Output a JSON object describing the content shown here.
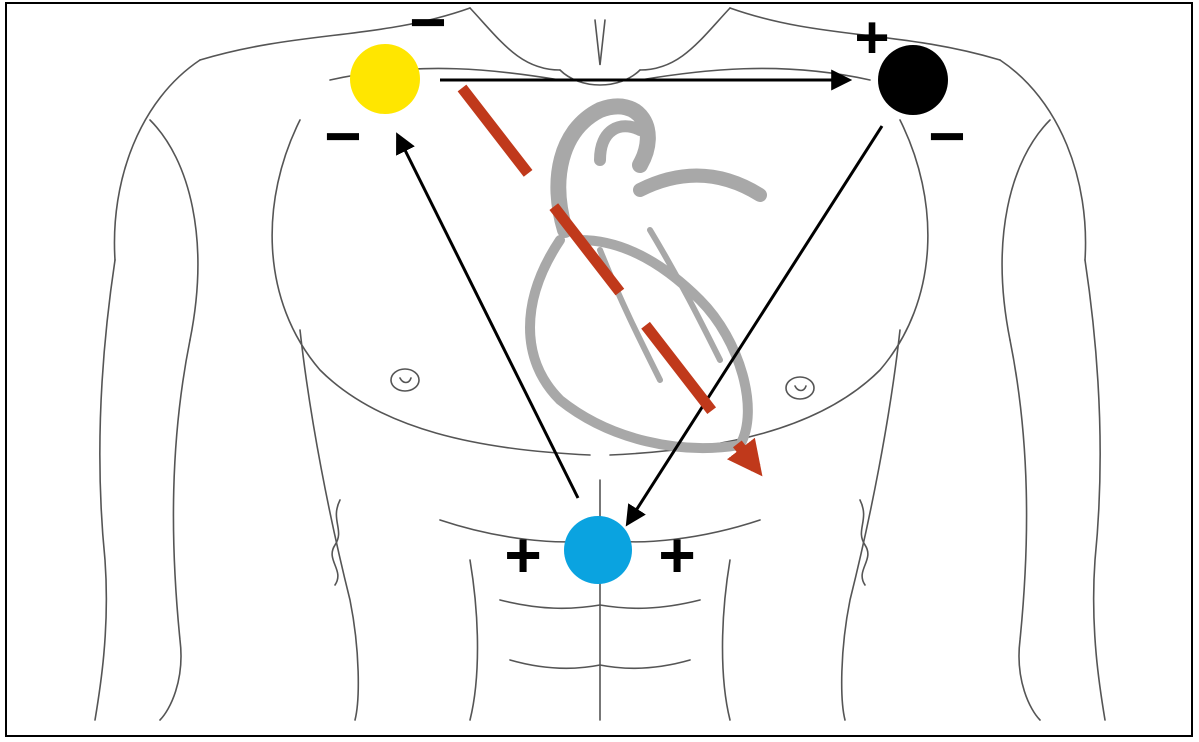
{
  "diagram": {
    "electrodes": [
      {
        "id": "right-arm",
        "color": "#FFE600"
      },
      {
        "id": "left-arm",
        "color": "#000000"
      },
      {
        "id": "leg",
        "color": "#0AA3E0"
      }
    ],
    "polarity_marks": {
      "right_arm_top": "−",
      "right_arm_side": "−",
      "left_arm_top": "+",
      "left_arm_side": "−",
      "leg_left": "+",
      "leg_right": "+"
    },
    "arrows": [
      {
        "id": "lead-i",
        "from": "right-arm",
        "to": "left-arm",
        "color": "#000000"
      },
      {
        "id": "lead-ii-dir",
        "from": "leg",
        "to": "right-arm",
        "color": "#000000"
      },
      {
        "id": "lead-iii-dir",
        "from": "left-arm",
        "to": "leg",
        "color": "#000000"
      },
      {
        "id": "cardiac-axis",
        "color": "#C0391B",
        "style": "dashed"
      }
    ],
    "colors": {
      "outline": "#444444",
      "heart": "#A8A8A8",
      "frame": "#000000"
    },
    "icons": [
      "torso-outline",
      "heart-icon",
      "electrode-dot",
      "arrow-icon"
    ]
  }
}
